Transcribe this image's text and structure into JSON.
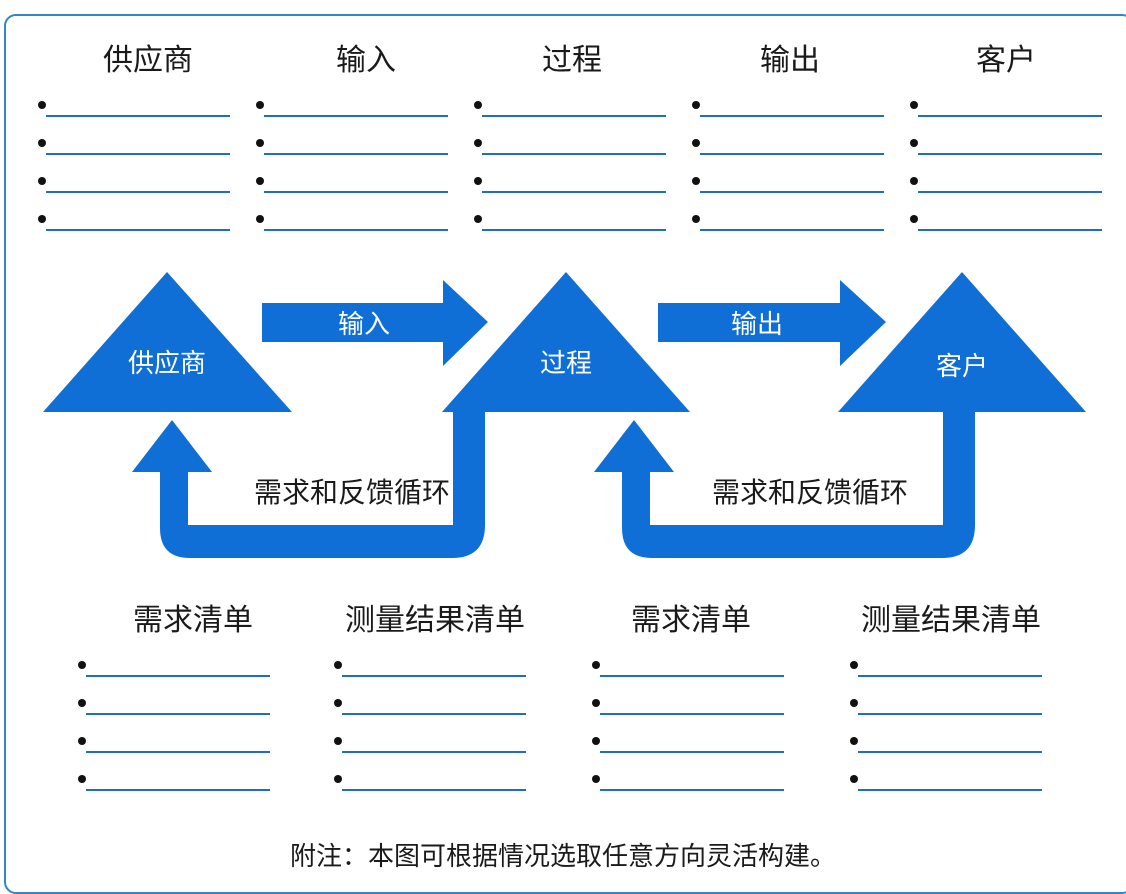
{
  "top_columns": [
    {
      "title": "供应商"
    },
    {
      "title": "输入"
    },
    {
      "title": "过程"
    },
    {
      "title": "输出"
    },
    {
      "title": "客户"
    }
  ],
  "diagram": {
    "nodes": {
      "supplier": "供应商",
      "process": "过程",
      "customer": "客户"
    },
    "arrows": {
      "input": "输入",
      "output": "输出"
    },
    "loops": {
      "left": "需求和反馈循环",
      "right": "需求和反馈循环"
    },
    "color": "#0f6fd6"
  },
  "bottom_lists": [
    {
      "title": "需求清单"
    },
    {
      "title": "测量结果清单"
    },
    {
      "title": "需求清单"
    },
    {
      "title": "测量结果清单"
    }
  ],
  "footnote": "附注：本图可根据情况选取任意方向灵活构建。"
}
